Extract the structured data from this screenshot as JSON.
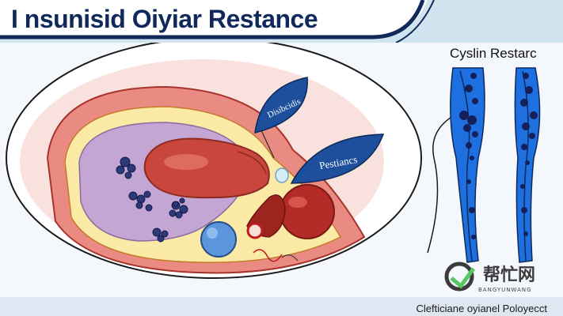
{
  "header": {
    "title": "I nsunisid Oiyiar Restance"
  },
  "side_panel": {
    "title": "Cyslin Restarc"
  },
  "labels": {
    "top_leaf": "Disibcidis",
    "mid_leaf": "Pestiancs"
  },
  "footer": {
    "caption": "Clefticiane oyianel Poloyecct"
  },
  "watermark": {
    "text": "帮忙网",
    "sub": "BANGYUNWANG"
  },
  "colors": {
    "header_navy": "#10285a",
    "leaf_blue": "#1d4f9c",
    "vessel_blue": "#1e6fe0",
    "organ_red": "#b8352e",
    "tissue_pink": "#f0a6a0",
    "tissue_yellow": "#fbeaa6",
    "cavity_lilac": "#c4a6d4"
  }
}
